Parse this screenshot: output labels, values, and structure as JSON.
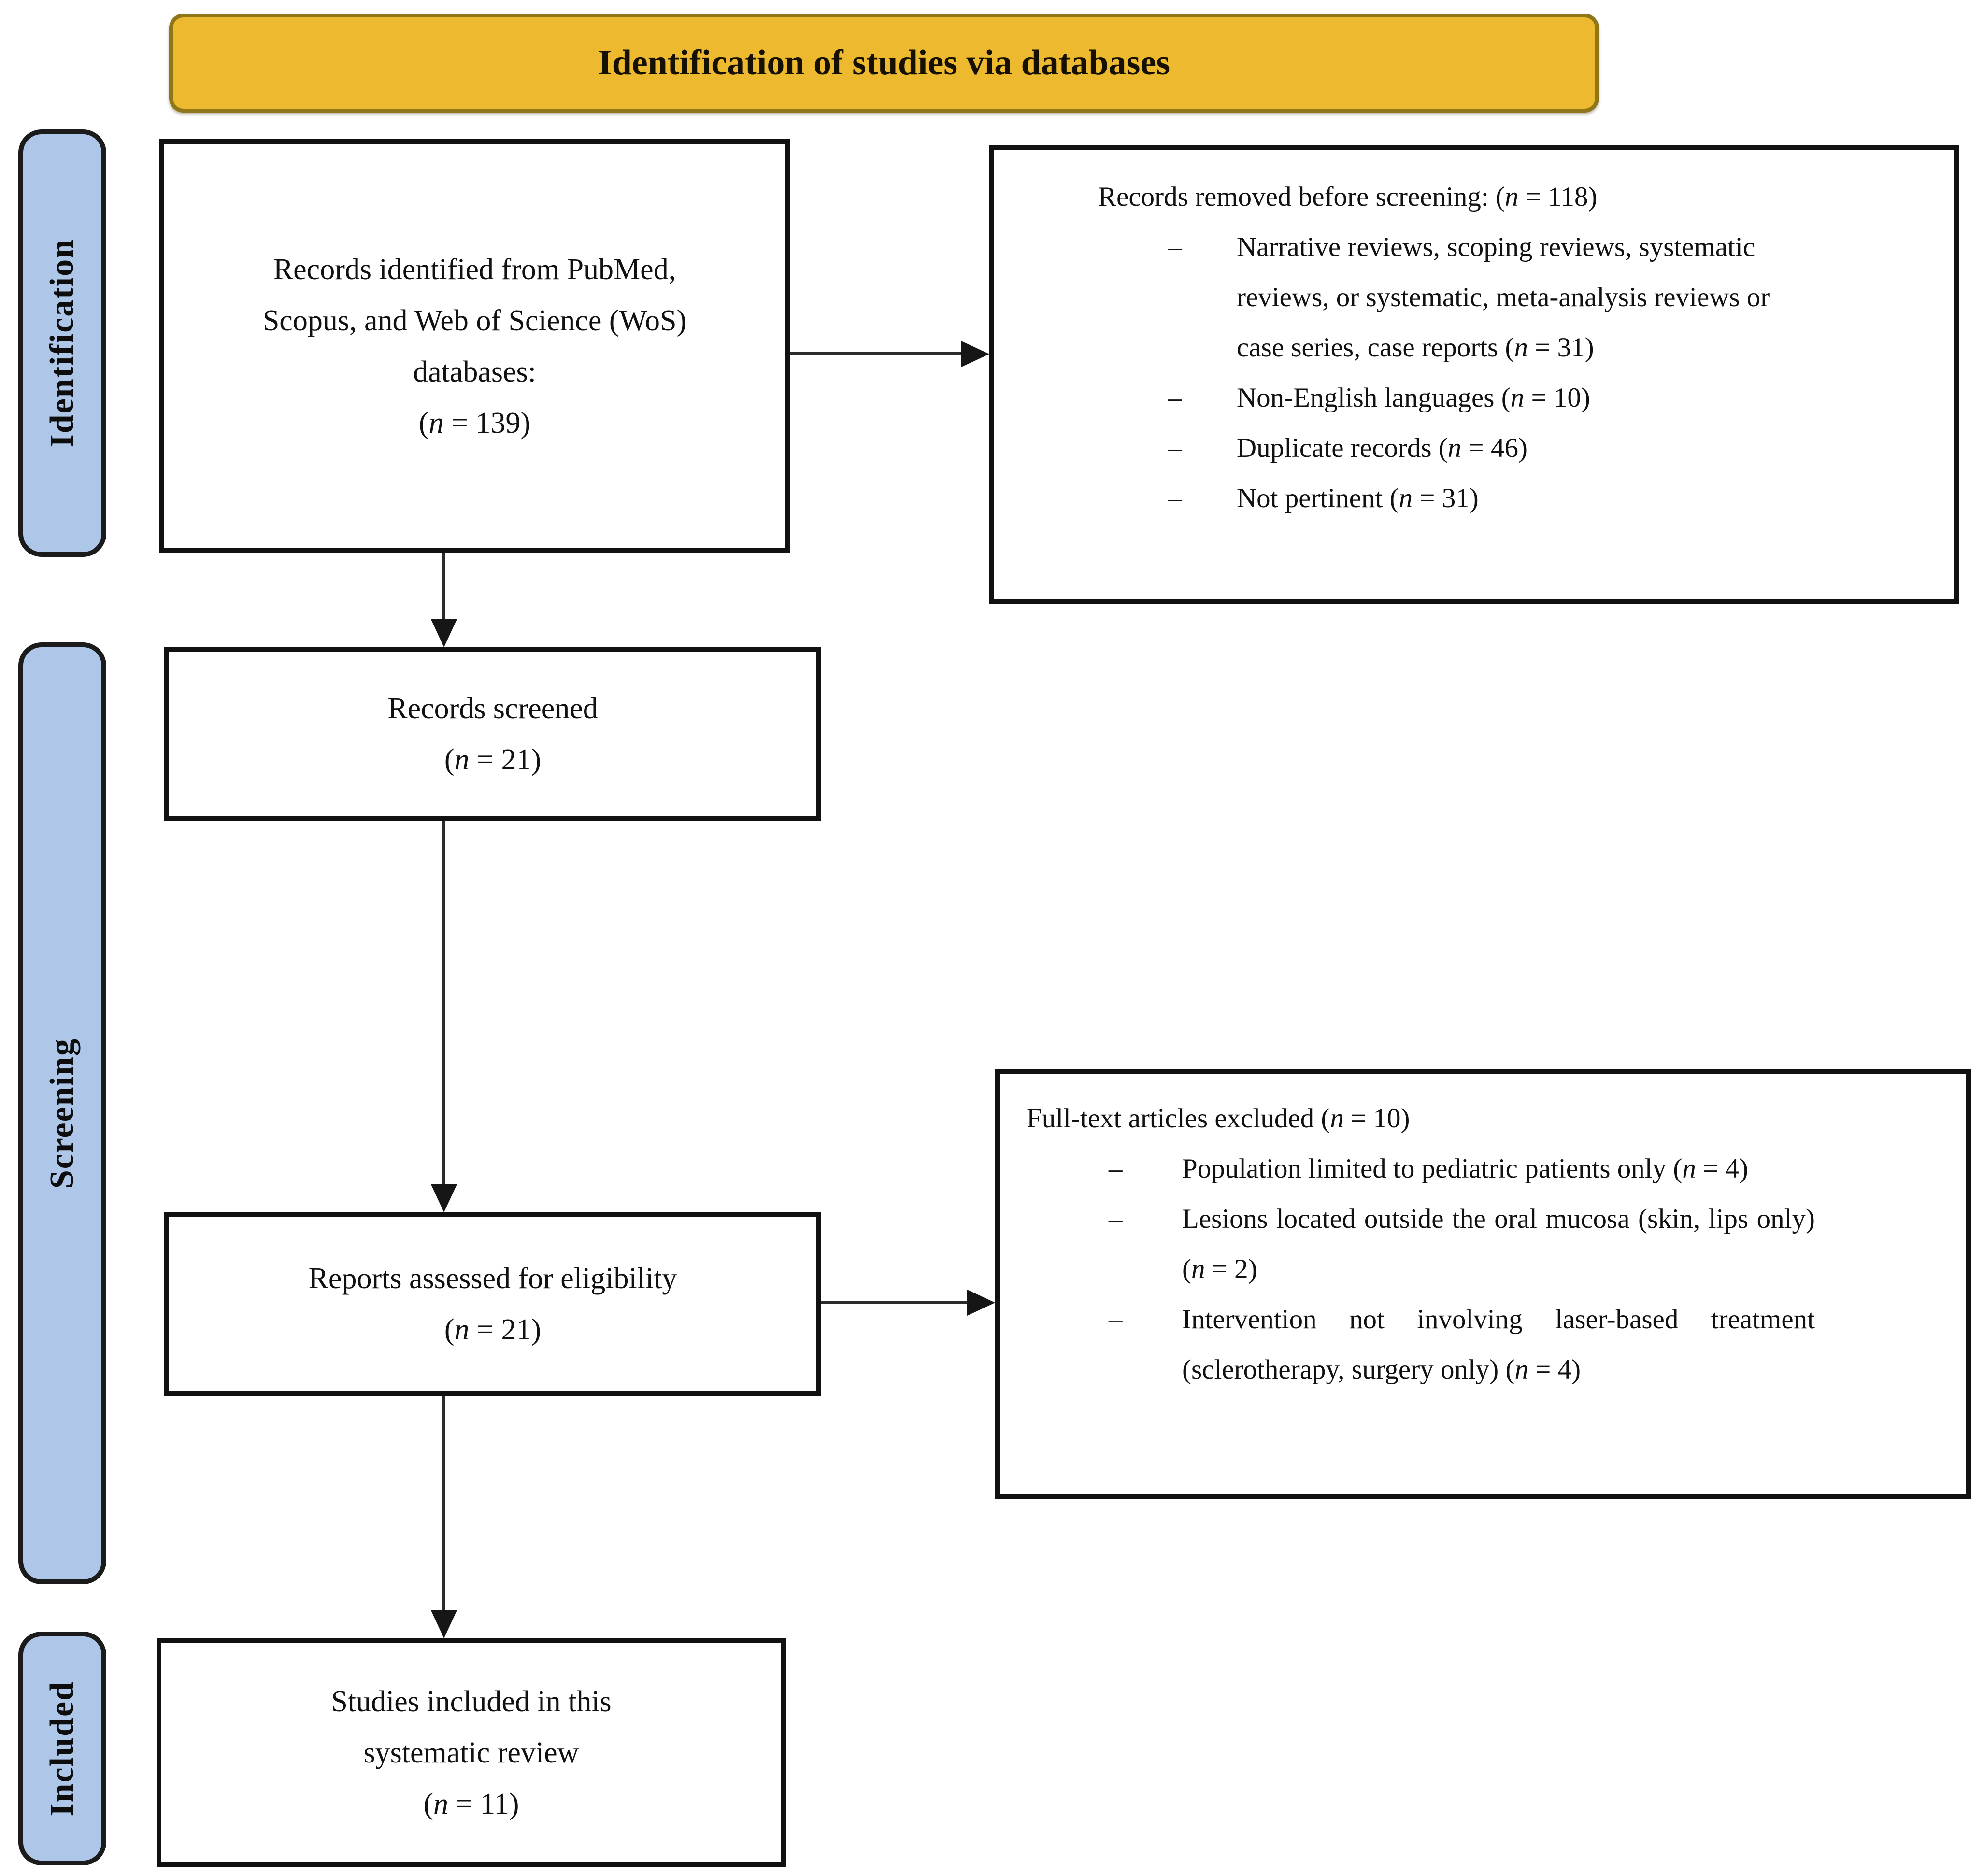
{
  "banner": {
    "title": "Identification of studies via databases"
  },
  "bullet_char": "–",
  "colors": {
    "banner_bg": "#EDB92E",
    "banner_border": "#8F7619",
    "stage_label_bg": "#AEC7E8",
    "box_border": "#111111"
  },
  "stages": [
    {
      "label": "Identification"
    },
    {
      "label": "Screening"
    },
    {
      "label": "Included"
    }
  ],
  "boxes": {
    "records_identified": {
      "text": "Records identified from PubMed, Scopus, and Web of Science (WoS) databases:",
      "count": "(n = 139)"
    },
    "records_removed": {
      "header": "Records removed before screening: (n = 118)",
      "items": [
        "Narrative reviews, scoping reviews, systematic reviews, or systematic, meta-analysis reviews or case series, case reports (n = 31)",
        "Non-English languages (n = 10)",
        "Duplicate records (n = 46)",
        "Not pertinent (n = 31)"
      ]
    },
    "records_screened": {
      "text": "Records screened",
      "count": "(n = 21)"
    },
    "reports_assessed": {
      "text": "Reports assessed for eligibility",
      "count": "(n = 21)"
    },
    "fulltext_excluded": {
      "header": "Full-text articles excluded (n = 10)",
      "items": [
        "Population limited to pediatric patients only (n = 4)",
        "Lesions located outside the oral mucosa (skin, lips only) (n = 2)",
        "Intervention not involving laser-based treatment (sclerotherapy, surgery only) (n = 4)"
      ]
    },
    "studies_included": {
      "text": "Studies included in this systematic review",
      "count": "(n = 11)"
    }
  }
}
